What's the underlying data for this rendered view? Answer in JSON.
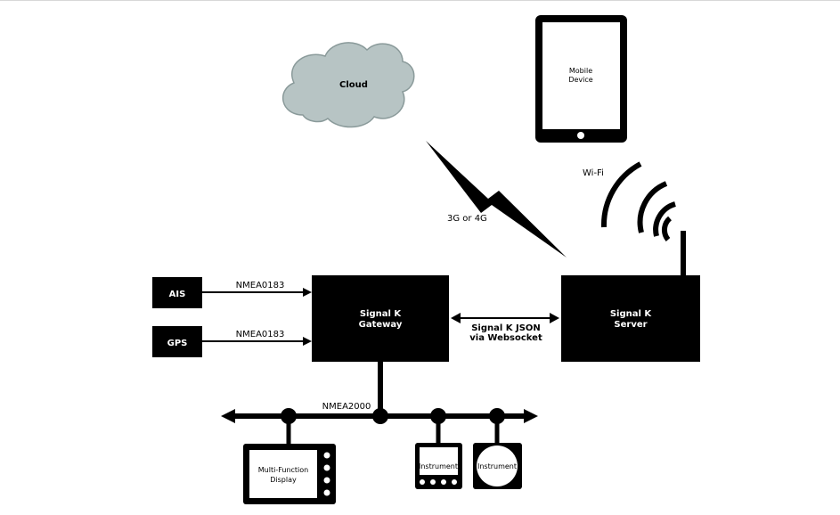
{
  "cloud": {
    "label": "Cloud"
  },
  "mobile": {
    "label_line1": "Mobile",
    "label_line2": "Device"
  },
  "links": {
    "cellular": "3G or 4G",
    "wifi": "Wi-Fi",
    "json_line1": "Signal K JSON",
    "json_line2": "via Websocket",
    "nmea0183_ais": "NMEA0183",
    "nmea0183_gps": "NMEA0183",
    "nmea2000": "NMEA2000"
  },
  "sources": {
    "ais": "AIS",
    "gps": "GPS"
  },
  "gateway": {
    "line1": "Signal K",
    "line2": "Gateway"
  },
  "server": {
    "line1": "Signal K",
    "line2": "Server"
  },
  "devices": {
    "mfd_line1": "Multi-Function",
    "mfd_line2": "Display",
    "instrument_a": "Instrument",
    "instrument_b": "Instrument"
  },
  "colors": {
    "box": "#000000",
    "cloud_fill": "#b7c4c4",
    "cloud_stroke": "#8a9a9a",
    "text_on_dark": "#ffffff",
    "text": "#000000"
  }
}
